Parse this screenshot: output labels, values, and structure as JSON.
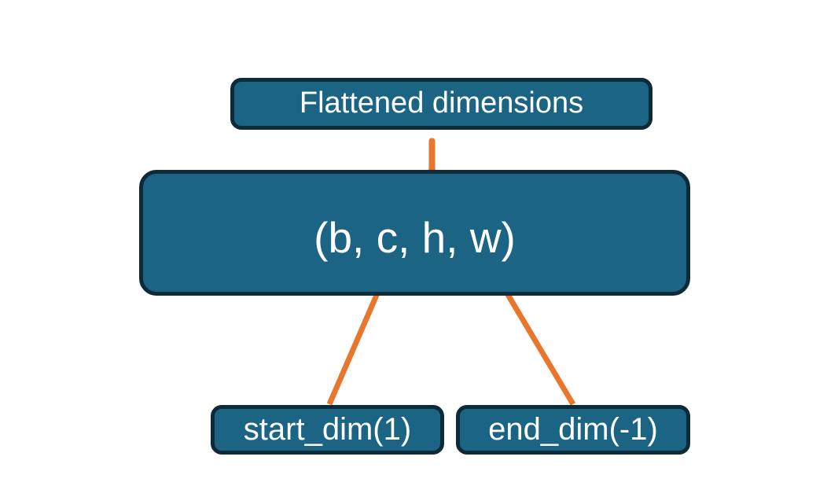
{
  "diagram": {
    "title": "Flatten dimensions",
    "background_color": "#ffffff",
    "node_fill_color": "#1c6484",
    "node_border_color": "#0d2a38",
    "node_text_color": "#ffffff",
    "connector_color": "#e8762c",
    "nodes": {
      "flattened": {
        "label": "Flattened dimensions",
        "role": "annotation-top"
      },
      "dims": {
        "label": "(b, c, h, w)",
        "role": "tensor-shape",
        "items": [
          "b",
          "c",
          "h",
          "w"
        ]
      },
      "start_dim": {
        "label": "start_dim(1)",
        "role": "parameter",
        "value": "1"
      },
      "end_dim": {
        "label": "end_dim(-1)",
        "role": "parameter",
        "value": "-1"
      }
    },
    "connectors": [
      {
        "name": "brace-flattened-span",
        "kind": "curly-brace",
        "from": "flattened",
        "to": "dims",
        "spans": [
          "c",
          "h",
          "w"
        ]
      },
      {
        "name": "arrow-start-dim",
        "kind": "arrow",
        "from": "start_dim",
        "to": "dims",
        "points_at": "c"
      },
      {
        "name": "arrow-end-dim",
        "kind": "arrow",
        "from": "end_dim",
        "to": "dims",
        "points_at": "w"
      }
    ]
  }
}
